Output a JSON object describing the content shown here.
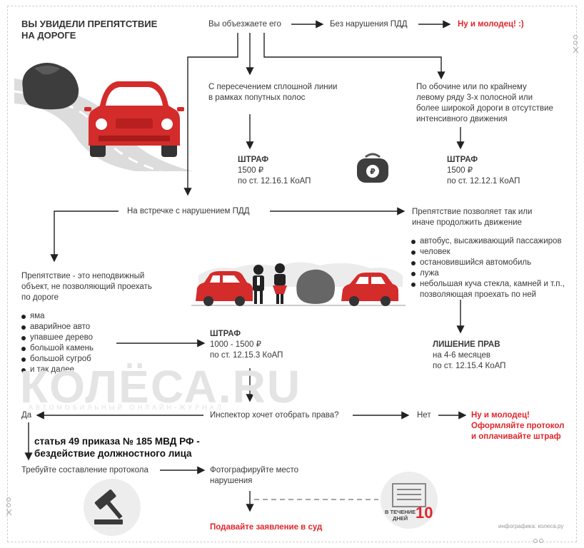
{
  "title": [
    "ВЫ УВИДЕЛИ ПРЕПЯТСТВИЕ",
    "НА ДОРОГЕ"
  ],
  "top_row": {
    "bypass": "Вы объезжаете его",
    "no_violation": "Без нарушения ПДД",
    "good_job": "Ну и молодец! :)"
  },
  "solid_line": [
    "С пересечением сплошной линии",
    "в рамках попутных полос"
  ],
  "shoulder": [
    "По обочине или по крайнему",
    "левому ряду 3-х полосной или",
    "более широкой дороги в отсутствие",
    "интенсивного движения"
  ],
  "fine1": {
    "head": "ШТРАФ",
    "amount": "1500 ₽",
    "article": "по ст. 12.16.1 КоАП"
  },
  "fine2": {
    "head": "ШТРАФ",
    "amount": "1500 ₽",
    "article": "по ст. 12.12.1 КоАП"
  },
  "oncoming": "На встречке с нарушением ПДД",
  "allows": [
    "Препятствие позволяет так или",
    "иначе продолжить движение"
  ],
  "allows_list": [
    "автобус, высаживающий пассажиров",
    "человек",
    "остановившийся автомобиль",
    "лужа",
    "небольшая куча стекла, камней и т.п.,",
    "позволяющая проехать по ней"
  ],
  "obstacle_def": [
    "Препятствие - это неподвижный",
    "объект, не позволяющий проехать",
    "по дороге"
  ],
  "obstacle_list": [
    "яма",
    "аварийное авто",
    "упавшее дерево",
    "большой камень",
    "большой сугроб",
    "и так далее"
  ],
  "fine3": {
    "head": "ШТРАФ",
    "amount": "1000 - 1500 ₽",
    "article": "по ст. 12.15.3 КоАП"
  },
  "license": {
    "head": "ЛИШЕНИЕ ПРАВ",
    "term": "на 4-6 месяцев",
    "article": "по ст. 12.15.4 КоАП"
  },
  "watermark": {
    "brand": "КОЛЁСА.RU",
    "sub": "АВТОМОБИЛЬНЫЙ ОНЛАЙН-ЖУРНАЛ"
  },
  "inspector": {
    "yes": "Да",
    "question": "Инспектор хочет отобрать права?",
    "no": "Нет"
  },
  "good_job2": [
    "Ну и молодец!",
    "Оформляйте протокол",
    "и оплачивайте штраф"
  ],
  "note": [
    "статья 49 приказа № 185 МВД РФ -",
    "бездействие должностного лица"
  ],
  "protocol": "Требуйте составление протокола",
  "photo": [
    "Фотографируйте место",
    "нарушения"
  ],
  "court": "Подавайте заявление в суд",
  "days": {
    "label": [
      "В ТЕЧЕНИЕ",
      "ДНЕЙ"
    ],
    "number": "10"
  },
  "credit": "инфографика: колеса.ру",
  "colors": {
    "accent": "#e0262c",
    "car": "#d42b2b",
    "rock": "#4a4a4a"
  },
  "icons": [
    "rock-icon",
    "red-car-icon",
    "wallet-icon",
    "person-icon",
    "gavel-icon",
    "calendar-icon",
    "scissors-icon"
  ]
}
